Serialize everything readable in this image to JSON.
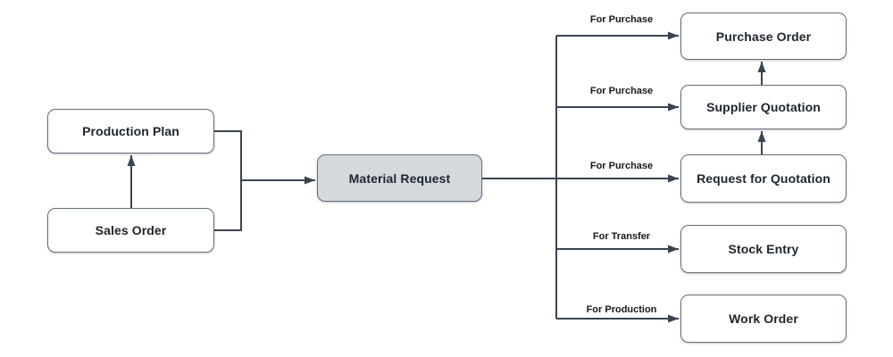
{
  "diagram": {
    "title": "Material Request flow diagram",
    "nodes": [
      {
        "id": "production-plan",
        "label": "Production Plan",
        "variant": "default"
      },
      {
        "id": "sales-order",
        "label": "Sales Order",
        "variant": "default"
      },
      {
        "id": "material-request",
        "label": "Material Request",
        "variant": "highlight"
      },
      {
        "id": "purchase-order",
        "label": "Purchase Order",
        "variant": "default"
      },
      {
        "id": "supplier-quotation",
        "label": "Supplier Quotation",
        "variant": "default"
      },
      {
        "id": "request-for-quotation",
        "label": "Request for Quotation",
        "variant": "default"
      },
      {
        "id": "stock-entry",
        "label": "Stock Entry",
        "variant": "default"
      },
      {
        "id": "work-order",
        "label": "Work Order",
        "variant": "default"
      }
    ],
    "edge_labels": [
      {
        "text": "For Purchase",
        "target": "purchase-order"
      },
      {
        "text": "For Purchase",
        "target": "supplier-quotation"
      },
      {
        "text": "For Purchase",
        "target": "request-for-quotation"
      },
      {
        "text": "For Transfer",
        "target": "stock-entry"
      },
      {
        "text": "For Production",
        "target": "work-order"
      }
    ],
    "colors": {
      "background": "#ffffff",
      "node_fill": "#ffffff",
      "node_fill_highlight": "#d4d9de",
      "node_border": "#646e79",
      "node_text": "#1d242c",
      "connector": "#3a4450",
      "edge_label_text": "#16191d"
    }
  }
}
